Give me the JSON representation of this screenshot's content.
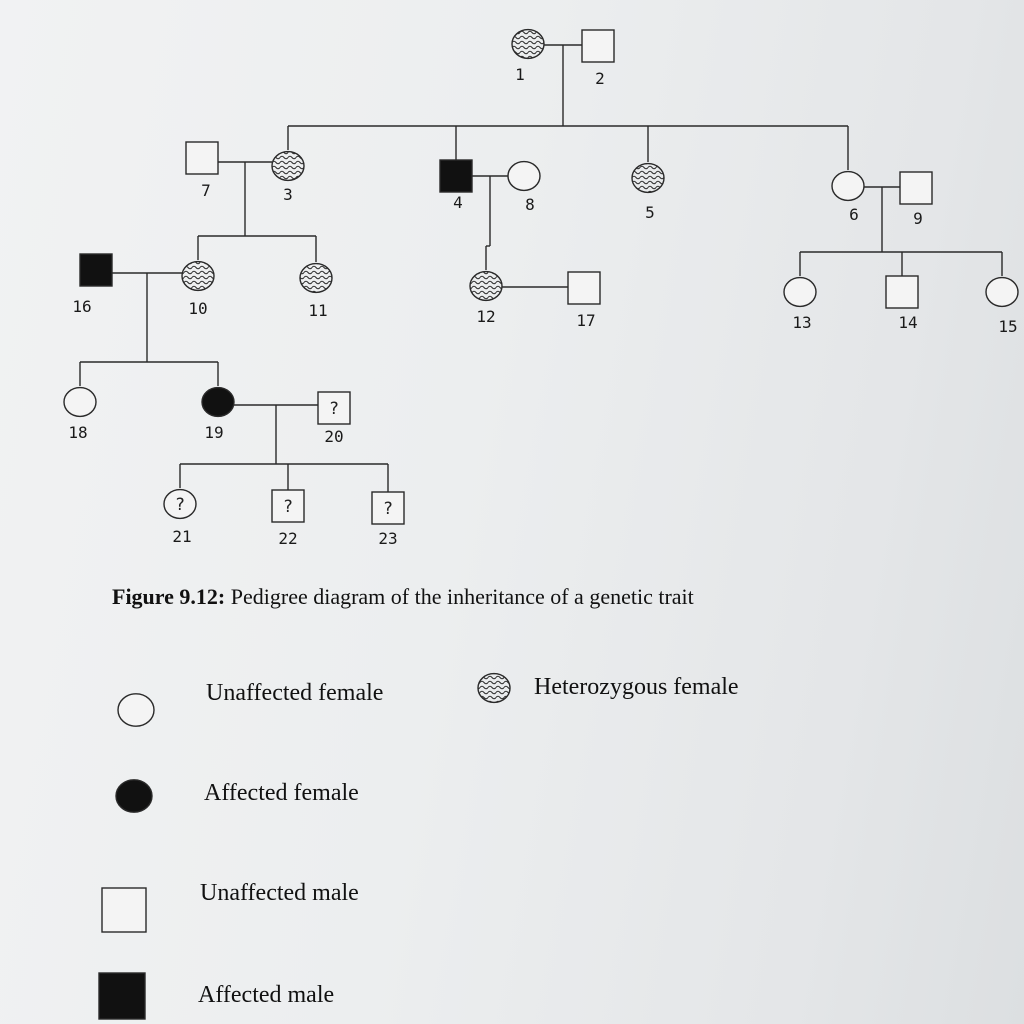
{
  "figure": {
    "caption_label": "Figure 9.12:",
    "caption_text": "Pedigree diagram of the inheritance of a genetic trait"
  },
  "colors": {
    "line": "#2a2a2a",
    "affected": "#111111",
    "unaffected_fill": "#f4f4f4",
    "heterozygous_pattern": "#333333"
  },
  "pedigree": {
    "individuals": [
      {
        "id": "1",
        "sex": "female",
        "status": "heterozygous"
      },
      {
        "id": "2",
        "sex": "male",
        "status": "unaffected"
      },
      {
        "id": "3",
        "sex": "female",
        "status": "heterozygous"
      },
      {
        "id": "4",
        "sex": "male",
        "status": "affected"
      },
      {
        "id": "5",
        "sex": "female",
        "status": "heterozygous"
      },
      {
        "id": "6",
        "sex": "female",
        "status": "unaffected"
      },
      {
        "id": "7",
        "sex": "male",
        "status": "unaffected"
      },
      {
        "id": "8",
        "sex": "female",
        "status": "unaffected"
      },
      {
        "id": "9",
        "sex": "male",
        "status": "unaffected"
      },
      {
        "id": "10",
        "sex": "female",
        "status": "heterozygous"
      },
      {
        "id": "11",
        "sex": "female",
        "status": "heterozygous"
      },
      {
        "id": "12",
        "sex": "female",
        "status": "heterozygous"
      },
      {
        "id": "13",
        "sex": "female",
        "status": "unaffected"
      },
      {
        "id": "14",
        "sex": "male",
        "status": "unaffected"
      },
      {
        "id": "15",
        "sex": "female",
        "status": "unaffected"
      },
      {
        "id": "16",
        "sex": "male",
        "status": "affected"
      },
      {
        "id": "17",
        "sex": "male",
        "status": "unaffected"
      },
      {
        "id": "18",
        "sex": "female",
        "status": "unaffected"
      },
      {
        "id": "19",
        "sex": "female",
        "status": "affected"
      },
      {
        "id": "20",
        "sex": "male",
        "status": "unknown",
        "mark": "?"
      },
      {
        "id": "21",
        "sex": "female",
        "status": "unknown",
        "mark": "?"
      },
      {
        "id": "22",
        "sex": "male",
        "status": "unknown",
        "mark": "?"
      },
      {
        "id": "23",
        "sex": "male",
        "status": "unknown",
        "mark": "?"
      }
    ],
    "couples": [
      [
        "1",
        "2"
      ],
      [
        "7",
        "3"
      ],
      [
        "4",
        "8"
      ],
      [
        "6",
        "9"
      ],
      [
        "16",
        "10"
      ],
      [
        "12",
        "17"
      ],
      [
        "19",
        "20"
      ]
    ],
    "offspring": [
      {
        "parents": [
          "1",
          "2"
        ],
        "children": [
          "3",
          "4",
          "5",
          "6"
        ]
      },
      {
        "parents": [
          "7",
          "3"
        ],
        "children": [
          "10",
          "11"
        ]
      },
      {
        "parents": [
          "4",
          "8"
        ],
        "children": [
          "12"
        ]
      },
      {
        "parents": [
          "6",
          "9"
        ],
        "children": [
          "13",
          "14",
          "15"
        ]
      },
      {
        "parents": [
          "16",
          "10"
        ],
        "children": [
          "18",
          "19"
        ]
      },
      {
        "parents": [
          "19",
          "20"
        ],
        "children": [
          "21",
          "22",
          "23"
        ]
      }
    ]
  },
  "legend": [
    {
      "label": "Unaffected female",
      "sex": "female",
      "status": "unaffected"
    },
    {
      "label": "Heterozygous female",
      "sex": "female",
      "status": "heterozygous"
    },
    {
      "label": "Affected female",
      "sex": "female",
      "status": "affected"
    },
    {
      "label": "Unaffected male",
      "sex": "male",
      "status": "unaffected"
    },
    {
      "label": "Affected male",
      "sex": "male",
      "status": "affected"
    }
  ]
}
